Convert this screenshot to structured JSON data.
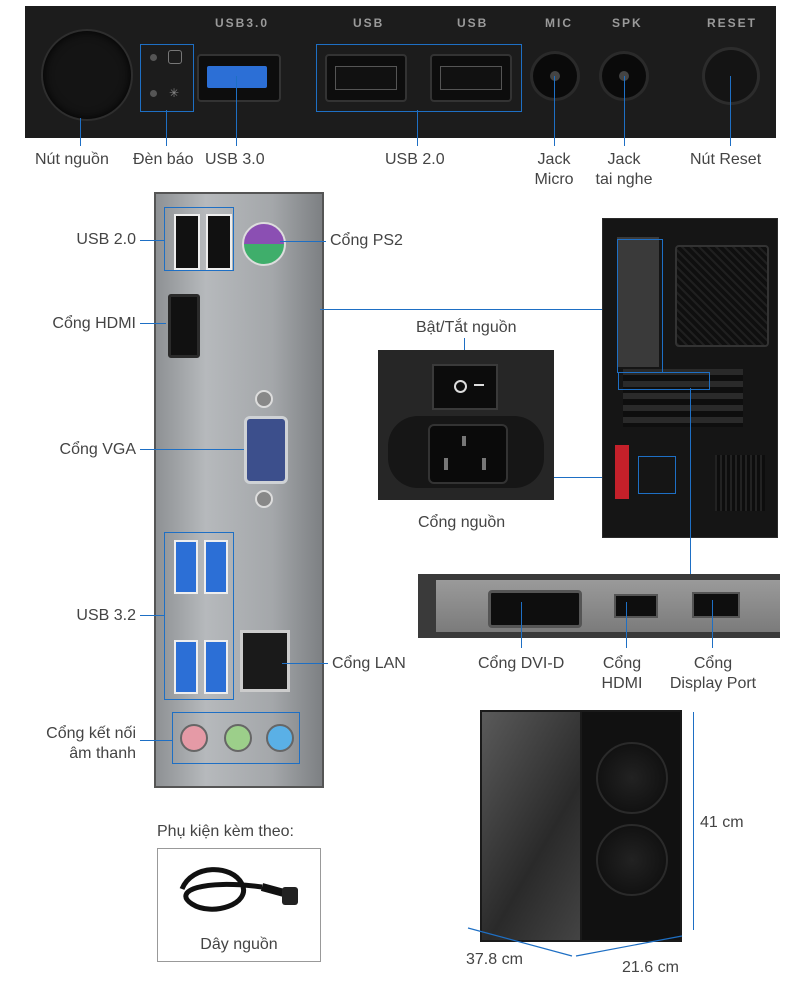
{
  "front_panel": {
    "print_usb30": "USB3.0",
    "print_usb_a": "USB",
    "print_usb_b": "USB",
    "print_mic": "MIC",
    "print_spk": "SPK",
    "print_reset": "RESET",
    "labels": {
      "power_button": "Nút nguồn",
      "indicator": "Đèn báo",
      "usb30": "USB 3.0",
      "usb20": "USB 2.0",
      "mic_jack": [
        "Jack",
        "Micro"
      ],
      "headphone_jack": [
        "Jack",
        "tai nghe"
      ],
      "reset_button": "Nút Reset"
    }
  },
  "io_panel": {
    "labels": {
      "usb20": "USB 2.0",
      "ps2": "Cổng PS2",
      "hdmi": "Cổng HDMI",
      "vga": "Cổng VGA",
      "usb32": "USB 3.2",
      "lan": "Cổng LAN",
      "audio": [
        "Cổng kết nối",
        "âm thanh"
      ]
    }
  },
  "psu": {
    "switch_label": "Bật/Tắt nguồn",
    "power_port_label": "Cổng nguồn"
  },
  "gpu": {
    "dvi_label": "Cổng DVI-D",
    "hdmi_label": [
      "Cổng",
      "HDMI"
    ],
    "dp_label": [
      "Cổng",
      "Display Port"
    ]
  },
  "accessories": {
    "title": "Phụ kiện kèm theo:",
    "power_cable": "Dây nguồn"
  },
  "dimensions": {
    "height": "41 cm",
    "depth": "37.8 cm",
    "width": "21.6 cm"
  },
  "colors": {
    "callout_line": "#1e6fc4",
    "usb3_blue": "#2c6fd6",
    "audio_pink": "#e59aa6",
    "audio_green": "#9ccf8a",
    "audio_blue": "#5ab0e6"
  }
}
